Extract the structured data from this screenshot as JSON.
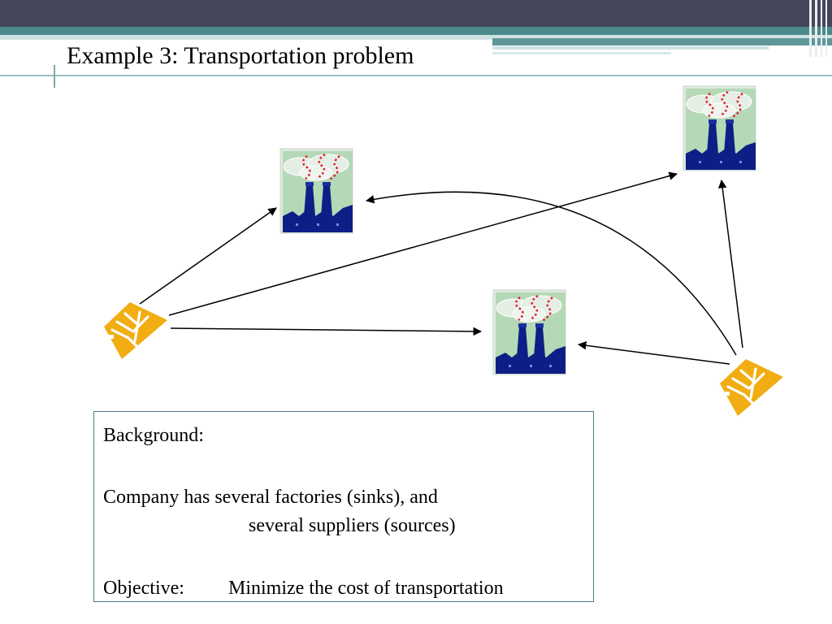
{
  "title": "Example 3: Transportation problem",
  "background_box": {
    "heading": "Background:",
    "line1": "Company has several factories (sinks), and",
    "line2": "several suppliers (sources)",
    "objective_label": "Objective:",
    "objective_text": "Minimize the cost of transportation"
  },
  "diagram": {
    "factories": [
      "factory-top-left",
      "factory-top-right",
      "factory-middle"
    ],
    "suppliers": [
      "supplier-left",
      "supplier-right"
    ],
    "arrows": [
      {
        "from": "supplier-left",
        "to": "factory-top-left"
      },
      {
        "from": "supplier-left",
        "to": "factory-top-right"
      },
      {
        "from": "supplier-left",
        "to": "factory-middle"
      },
      {
        "from": "supplier-right",
        "to": "factory-top-left"
      },
      {
        "from": "supplier-right",
        "to": "factory-top-right"
      },
      {
        "from": "supplier-right",
        "to": "factory-middle"
      }
    ]
  },
  "colors": {
    "header_dark": "#44465a",
    "header_teal": "#4b8a8c",
    "header_light": "#cfe2e3",
    "factory_sky": "#b5d8b6",
    "factory_building": "#0d1f86",
    "smoke_cloud": "#e5eee5",
    "smoke_dots": "#e21c2c",
    "supplier_gold": "#f1ad12"
  }
}
